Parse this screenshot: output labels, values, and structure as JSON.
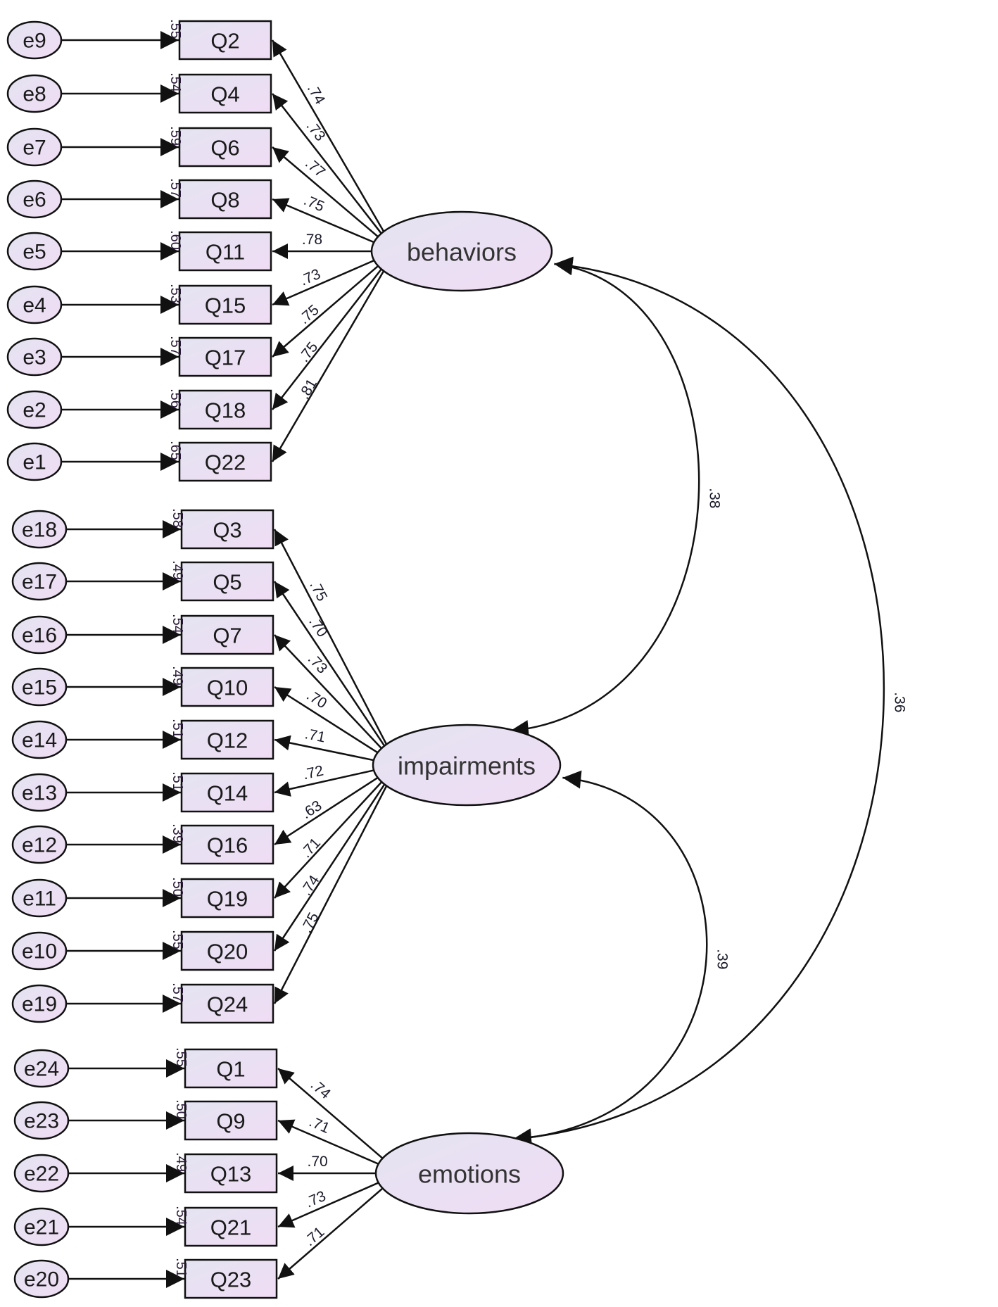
{
  "factors": [
    {
      "name": "behaviors",
      "items": [
        {
          "item": "Q2",
          "error": "e9",
          "r2": ".55",
          "loading": ".74"
        },
        {
          "item": "Q4",
          "error": "e8",
          "r2": ".54",
          "loading": ".73"
        },
        {
          "item": "Q6",
          "error": "e7",
          "r2": ".59",
          "loading": ".77"
        },
        {
          "item": "Q8",
          "error": "e6",
          "r2": ".57",
          "loading": ".75"
        },
        {
          "item": "Q11",
          "error": "e5",
          "r2": ".60",
          "loading": ".78"
        },
        {
          "item": "Q15",
          "error": "e4",
          "r2": ".53",
          "loading": ".73"
        },
        {
          "item": "Q17",
          "error": "e3",
          "r2": ".57",
          "loading": ".75"
        },
        {
          "item": "Q18",
          "error": "e2",
          "r2": ".56",
          "loading": ".75"
        },
        {
          "item": "Q22",
          "error": "e1",
          "r2": ".65",
          "loading": ".81"
        }
      ]
    },
    {
      "name": "impairments",
      "items": [
        {
          "item": "Q3",
          "error": "e18",
          "r2": ".58",
          "loading": ".75"
        },
        {
          "item": "Q5",
          "error": "e17",
          "r2": ".49",
          "loading": ".70"
        },
        {
          "item": "Q7",
          "error": "e16",
          "r2": ".54",
          "loading": ".73"
        },
        {
          "item": "Q10",
          "error": "e15",
          "r2": ".49",
          "loading": ".70"
        },
        {
          "item": "Q12",
          "error": "e14",
          "r2": ".51",
          "loading": ".71"
        },
        {
          "item": "Q14",
          "error": "e13",
          "r2": ".51",
          "loading": ".72"
        },
        {
          "item": "Q16",
          "error": "e12",
          "r2": ".39",
          "loading": ".63"
        },
        {
          "item": "Q19",
          "error": "e11",
          "r2": ".50",
          "loading": ".71"
        },
        {
          "item": "Q20",
          "error": "e10",
          "r2": ".55",
          "loading": ".74"
        },
        {
          "item": "Q24",
          "error": "e19",
          "r2": ".57",
          "loading": ".75"
        }
      ]
    },
    {
      "name": "emotions",
      "items": [
        {
          "item": "Q1",
          "error": "e24",
          "r2": ".55",
          "loading": ".74"
        },
        {
          "item": "Q9",
          "error": "e23",
          "r2": ".50",
          "loading": ".71"
        },
        {
          "item": "Q13",
          "error": "e22",
          "r2": ".49",
          "loading": ".70"
        },
        {
          "item": "Q21",
          "error": "e21",
          "r2": ".54",
          "loading": ".73"
        },
        {
          "item": "Q23",
          "error": "e20",
          "r2": ".51",
          "loading": ".71"
        }
      ]
    }
  ],
  "correlations": [
    {
      "between": [
        "behaviors",
        "impairments"
      ],
      "value": ".38"
    },
    {
      "between": [
        "behaviors",
        "emotions"
      ],
      "value": ".36"
    },
    {
      "between": [
        "impairments",
        "emotions"
      ],
      "value": ".39"
    }
  ],
  "colors": {
    "node_fill_start": "#e4e4f2",
    "node_fill_end": "#f0dcf4",
    "stroke": "#111111"
  }
}
